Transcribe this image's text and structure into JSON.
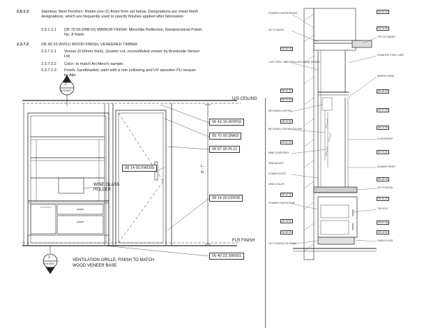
{
  "spec": {
    "p1_num": "2.6.1.3",
    "p1_text": "Stainless Steel Finishes: Retain one (1) finish from set below. Designations are sheet finish designations, which are frequently used to specify finishes applied after fabrication:",
    "p2_num": "2.6.1.3.1",
    "p2_text": "(05 70 00.DMF10) MIRROR FINISH: Mirrorlike Reflective, Nondirectional Polish: No. 8 finish.",
    "p3_num": "2.3.7.2",
    "p3_text": "(06 40 23.WV01) WOOD FINISH, VENEERED TIMBER",
    "p4_num": "2.3.7.2.1",
    "p4_text": "Veneer (0.60mm thick), Quarter cut, reconstituted veneer by Brookside Veneer Ltd.",
    "p5_num": "2.3.7.2.2",
    "p5_text": "Color: to match Architect's sample.",
    "p6_num": "2.3.7.2.3",
    "p6_text": "Finish: Sandblasted, satin with a non yellowing and UV absorber PU lacquer by Alpi."
  },
  "elevation": {
    "section_top_num": "2",
    "section_top_ref": "B.A.60/1",
    "section_bottom_num": "2",
    "section_bottom_ref": "B.A.60/1",
    "ceiling_label": "U/S CEILING",
    "floor_label": "FLR FINISH",
    "dimension_label": "9' - 7\"",
    "wine_label": "WINE GLASS HOLDER",
    "vent_note": "VENTILATION GRILLE, FINISH TO MATCH WOOD VENEER BASE",
    "tags": [
      "06 42 16.WVP02",
      "05 70 00.DM03",
      "09 97 00.PL11",
      "08 14 00.FWD05",
      "08 14 00.FDF05",
      "06 40 23.SWS01"
    ]
  },
  "section": {
    "left_notes": [
      "POWDER COATED REVEAL",
      "3/4\" PLYWOOD",
      "1 3/8\" STEEL TUBE INSTALLED IN SLAB TRENCH",
      "RECESSED LIGHTING",
      "RECESSED LIGHTING FIXTURE",
      "WINE GLASS RACK",
      "WINE BUCKET",
      "POWER OUTLET",
      "WINE CHILLER",
      "POWDER COATED BASE",
      "3/4\" PLYWOOD ON GRADE"
    ],
    "right_notes": [
      "TOP OF CABINET",
      "STAINLESS STEEL LINER",
      "MIRROR FINISH",
      "COUNTERTOP",
      "DRAWER FRONT",
      "3/4\" PLYWOOD",
      "TOE KICK",
      "FINISH FLOOR"
    ],
    "left_tags": [
      "06 42 16",
      "06 40 23",
      "05 70 00",
      "08 14 00",
      "09 97 00",
      "06 42 16",
      "05 70 00",
      "06 40 23"
    ],
    "right_tags": [
      "06 42 16",
      "05 70 00",
      "06 40 23",
      "09 97 00",
      "08 14 00",
      "05 70 00",
      "06 42 16",
      "06 40 23",
      "09 97 00",
      "08 14 00"
    ]
  }
}
